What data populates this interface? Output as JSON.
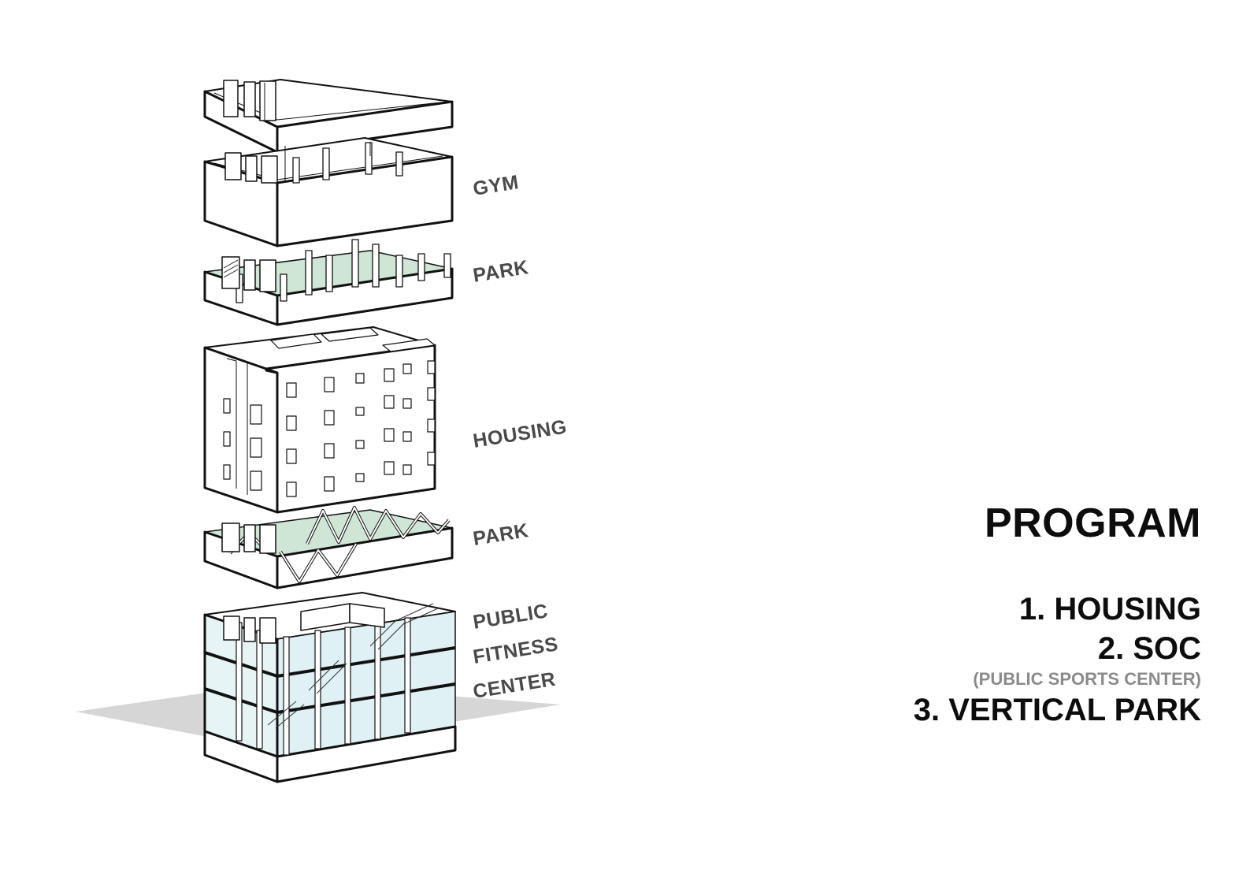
{
  "diagram": {
    "layers": [
      {
        "id": "roof",
        "label": ""
      },
      {
        "id": "gym",
        "label": "GYM"
      },
      {
        "id": "park-upper",
        "label": "PARK"
      },
      {
        "id": "housing",
        "label": "HOUSING"
      },
      {
        "id": "park-lower",
        "label": "PARK"
      },
      {
        "id": "fitness",
        "label_lines": [
          "PUBLIC",
          "FITNESS",
          "CENTER"
        ]
      }
    ],
    "colors": {
      "park_floor": "#cfe6d6",
      "fitness_glass": "#dff1f4",
      "ground_shadow": "#d6d6d6",
      "line": "#111111"
    }
  },
  "program": {
    "title": "PROGRAM",
    "items": [
      "1. HOUSING",
      "2. SOC",
      "3. VERTICAL PARK"
    ],
    "soc_subtitle": "(PUBLIC SPORTS CENTER)"
  }
}
